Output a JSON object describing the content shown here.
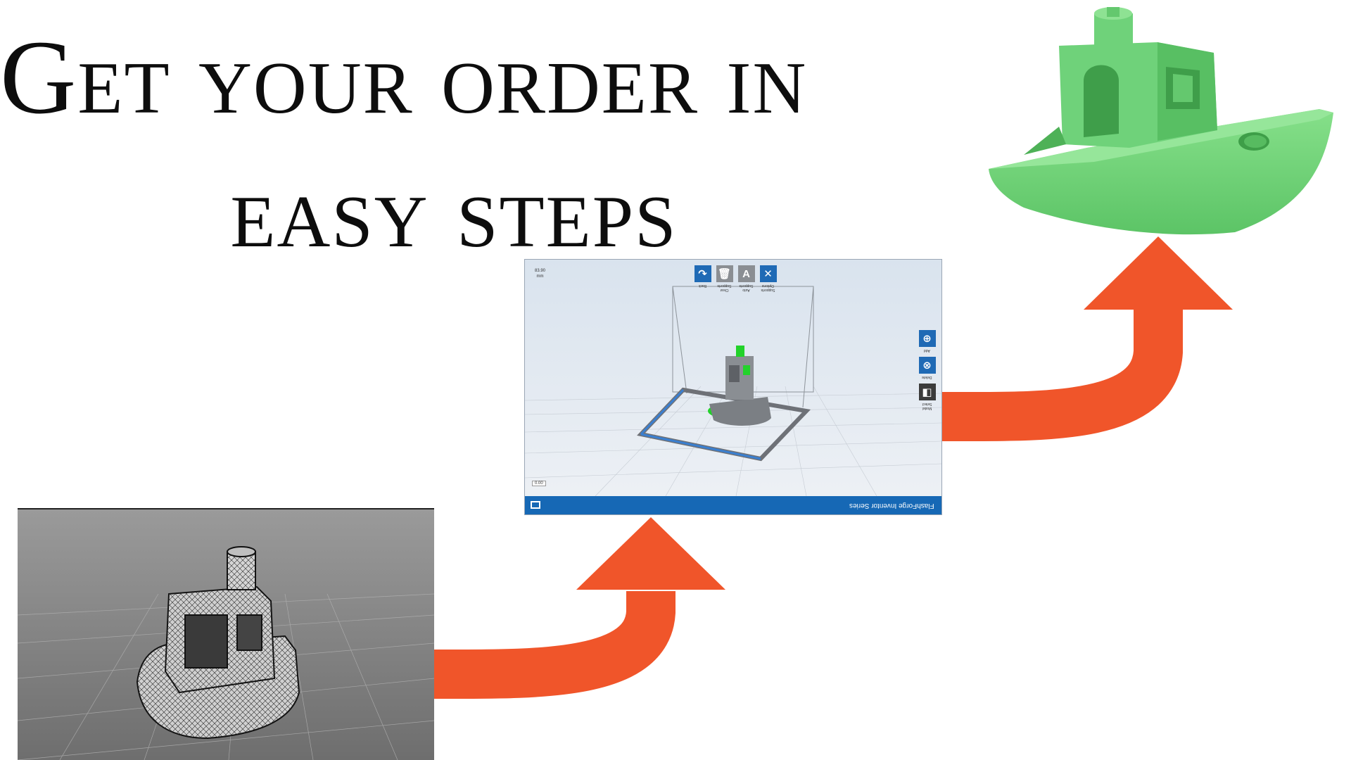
{
  "headline": {
    "line1": "Get your order in",
    "line2": "easy steps"
  },
  "colors": {
    "arrow": "#f0552a",
    "print_green": "#74d67a",
    "slicer_accent": "#1668b5",
    "support_green": "#22d22a"
  },
  "slicer": {
    "toolbar": [
      {
        "icon": "back-arrow-icon",
        "label": "Back"
      },
      {
        "icon": "trash-icon",
        "label": "Clear Supports"
      },
      {
        "icon": "auto-supports-icon",
        "label": "Auto Supports"
      },
      {
        "icon": "wrench-icon",
        "label": "Supports Options"
      }
    ],
    "side_tools": [
      {
        "icon": "plus-circle-icon",
        "label": "Add"
      },
      {
        "icon": "x-circle-icon",
        "label": "Delete"
      },
      {
        "icon": "model-select-icon",
        "label": "Model Select"
      }
    ],
    "height_readout": "83.90",
    "height_unit": "mm",
    "zero_readout": "0.00",
    "status_text": "FlashForge Inventor Series",
    "toolbar_glyphs": {
      "back": "↷",
      "trash": "🗑",
      "auto": "A",
      "wrench": "✕"
    },
    "side_glyphs": {
      "add": "⊕",
      "delete": "⊗",
      "select": "◧"
    }
  }
}
